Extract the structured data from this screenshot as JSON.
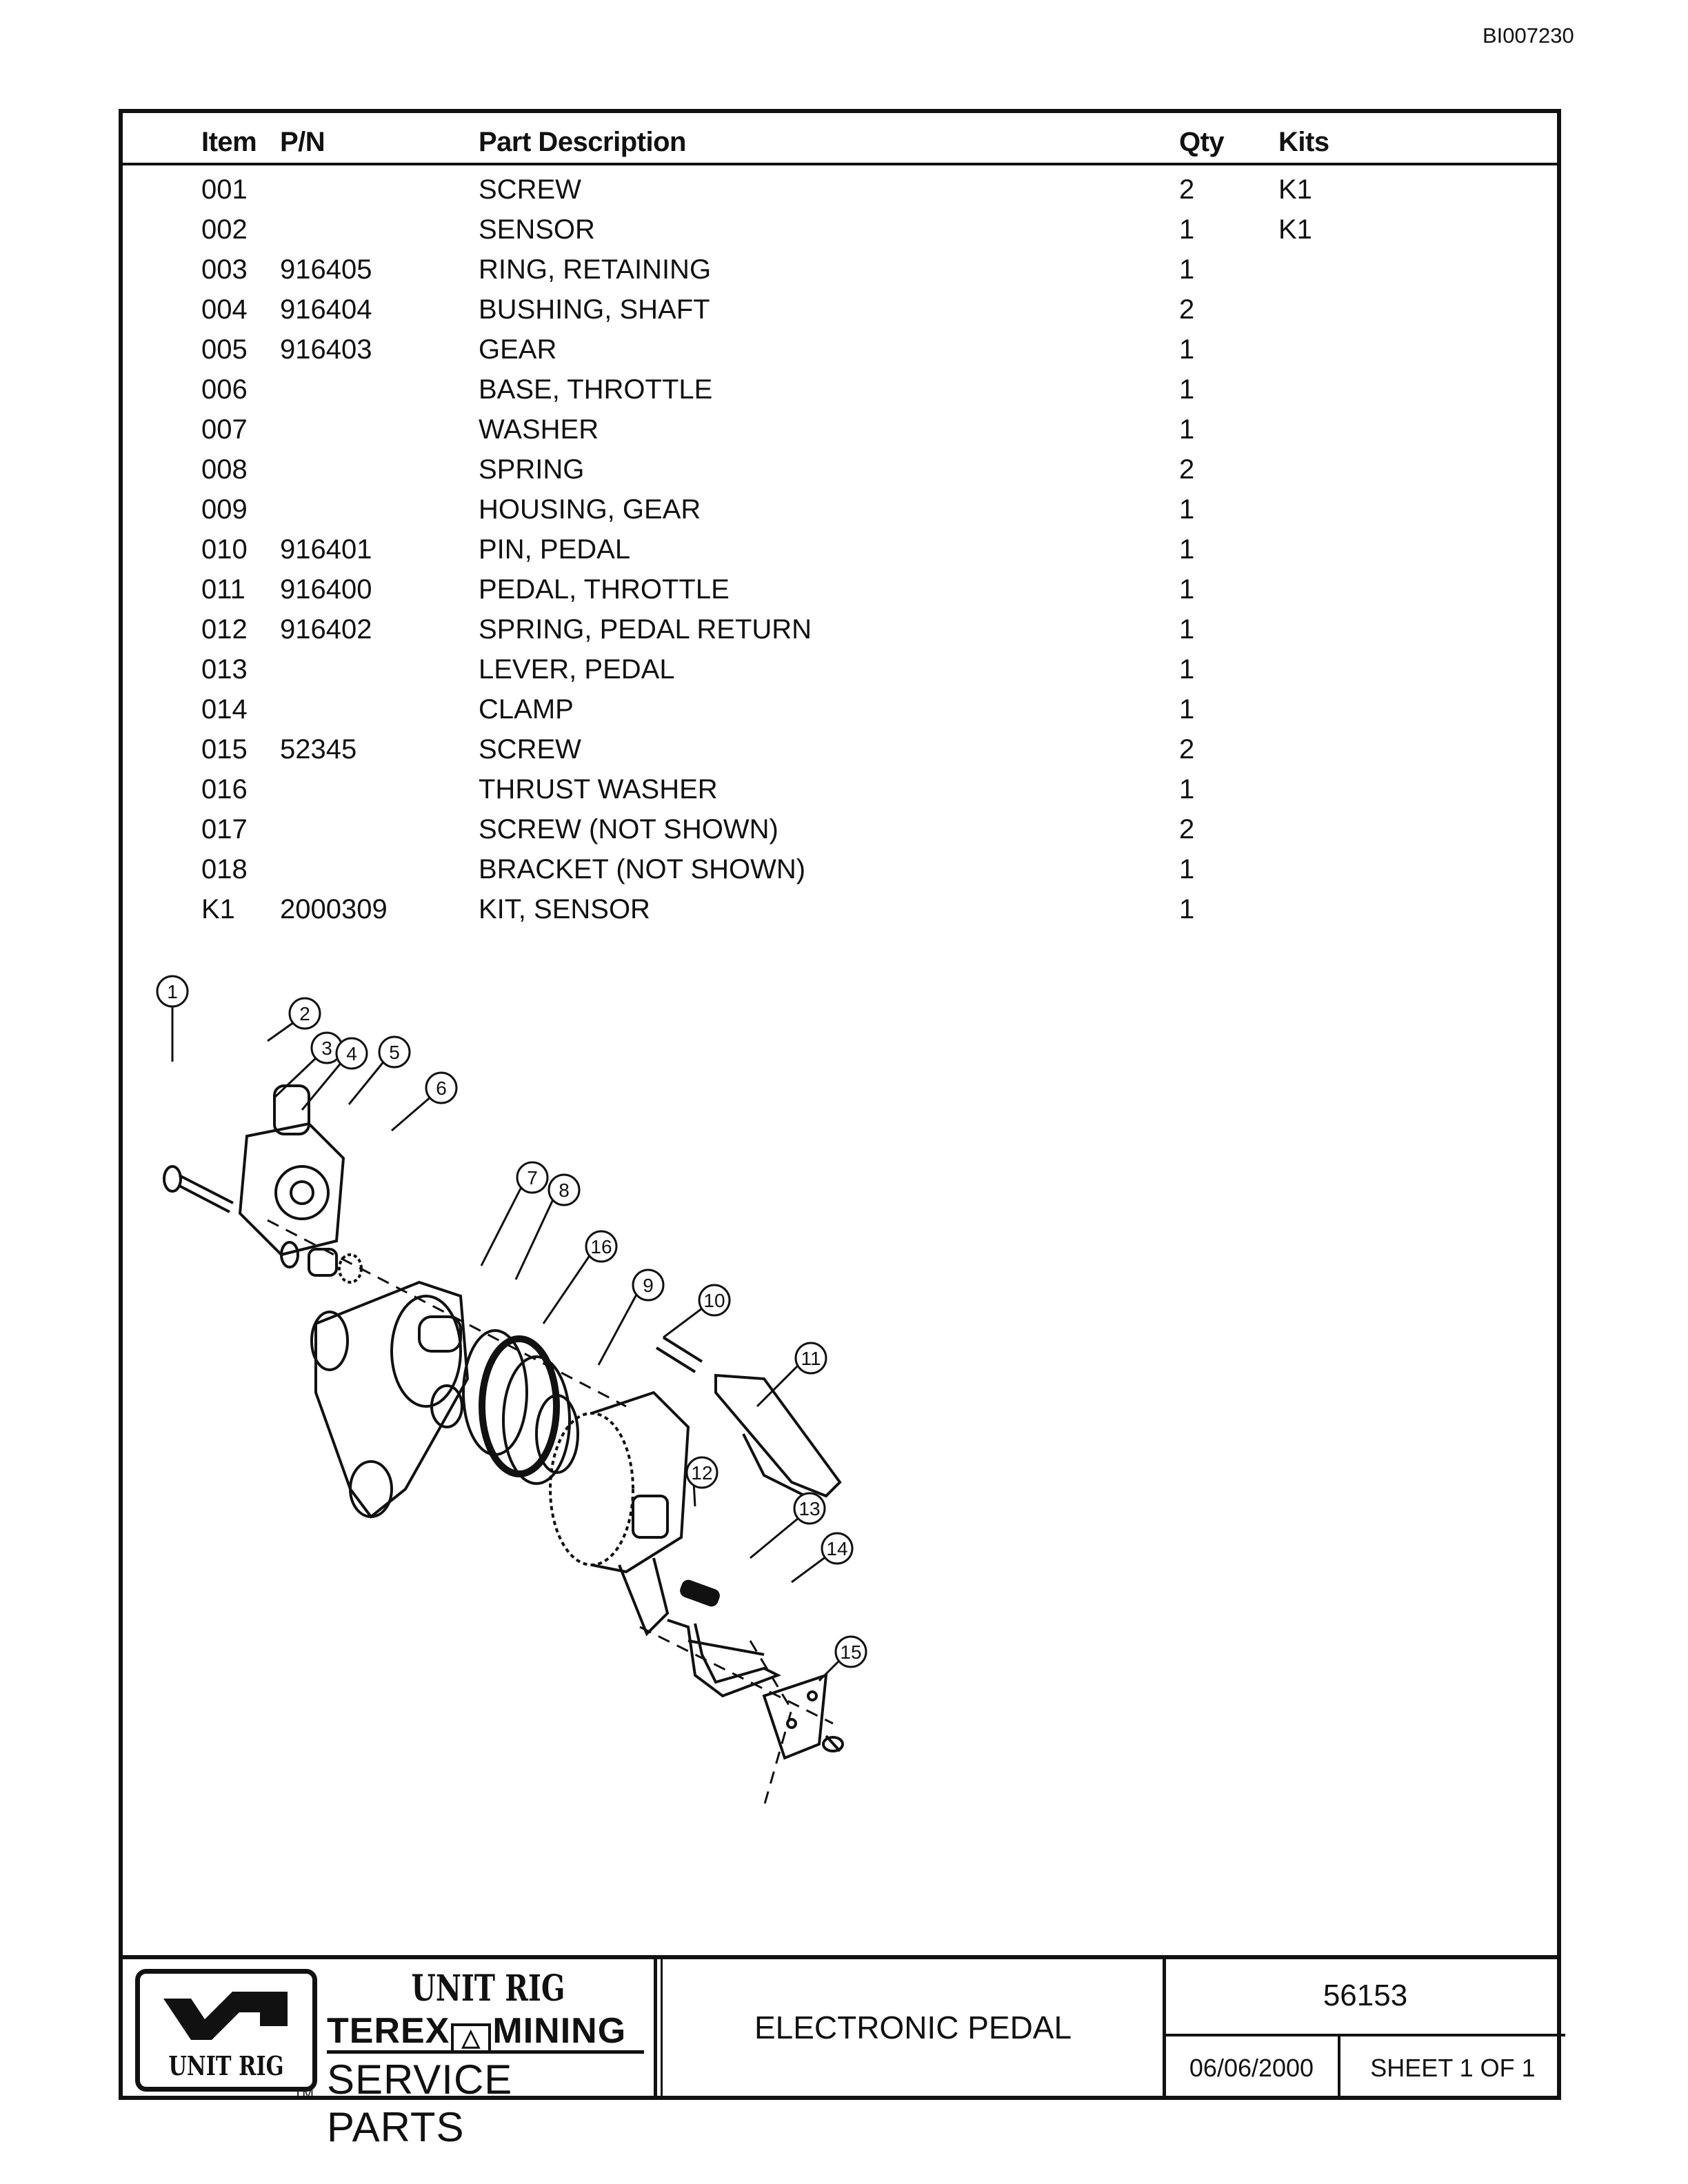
{
  "document_id": "BI007230",
  "table": {
    "headers": {
      "item": "Item",
      "pn": "P/N",
      "desc": "Part Description",
      "qty": "Qty",
      "kits": "Kits"
    },
    "rows": [
      {
        "item": "001",
        "pn": "",
        "desc": "SCREW",
        "qty": "2",
        "kits": "K1"
      },
      {
        "item": "002",
        "pn": "",
        "desc": "SENSOR",
        "qty": "1",
        "kits": "K1"
      },
      {
        "item": "003",
        "pn": "916405",
        "desc": "RING, RETAINING",
        "qty": "1",
        "kits": ""
      },
      {
        "item": "004",
        "pn": "916404",
        "desc": "BUSHING, SHAFT",
        "qty": "2",
        "kits": ""
      },
      {
        "item": "005",
        "pn": "916403",
        "desc": "GEAR",
        "qty": "1",
        "kits": ""
      },
      {
        "item": "006",
        "pn": "",
        "desc": "BASE, THROTTLE",
        "qty": "1",
        "kits": ""
      },
      {
        "item": "007",
        "pn": "",
        "desc": "WASHER",
        "qty": "1",
        "kits": ""
      },
      {
        "item": "008",
        "pn": "",
        "desc": "SPRING",
        "qty": "2",
        "kits": ""
      },
      {
        "item": "009",
        "pn": "",
        "desc": "HOUSING, GEAR",
        "qty": "1",
        "kits": ""
      },
      {
        "item": "010",
        "pn": "916401",
        "desc": "PIN, PEDAL",
        "qty": "1",
        "kits": ""
      },
      {
        "item": "011",
        "pn": "916400",
        "desc": "PEDAL, THROTTLE",
        "qty": "1",
        "kits": ""
      },
      {
        "item": "012",
        "pn": "916402",
        "desc": "SPRING, PEDAL RETURN",
        "qty": "1",
        "kits": ""
      },
      {
        "item": "013",
        "pn": "",
        "desc": "LEVER, PEDAL",
        "qty": "1",
        "kits": ""
      },
      {
        "item": "014",
        "pn": "",
        "desc": "CLAMP",
        "qty": "1",
        "kits": ""
      },
      {
        "item": "015",
        "pn": "52345",
        "desc": "SCREW",
        "qty": "2",
        "kits": ""
      },
      {
        "item": "016",
        "pn": "",
        "desc": "THRUST WASHER",
        "qty": "1",
        "kits": ""
      },
      {
        "item": "017",
        "pn": "",
        "desc": "SCREW (NOT SHOWN)",
        "qty": "2",
        "kits": ""
      },
      {
        "item": "018",
        "pn": "",
        "desc": "BRACKET (NOT SHOWN)",
        "qty": "1",
        "kits": ""
      },
      {
        "item": "K1",
        "pn": "2000309",
        "desc": "KIT, SENSOR",
        "qty": "1",
        "kits": ""
      }
    ]
  },
  "callouts": [
    "1",
    "2",
    "3",
    "4",
    "5",
    "6",
    "7",
    "8",
    "16",
    "9",
    "10",
    "11",
    "12",
    "13",
    "14",
    "15"
  ],
  "title_block": {
    "logo_text": "UNIT RIG",
    "brand_line1": "UNIT RIG",
    "brand_terex": "TEREX",
    "brand_mining": "MINING",
    "brand_line3": "SERVICE PARTS",
    "trademark": "TM",
    "title": "ELECTRONIC PEDAL",
    "drawing_number": "56153",
    "date": "06/06/2000",
    "sheet": "SHEET 1 OF 1"
  }
}
